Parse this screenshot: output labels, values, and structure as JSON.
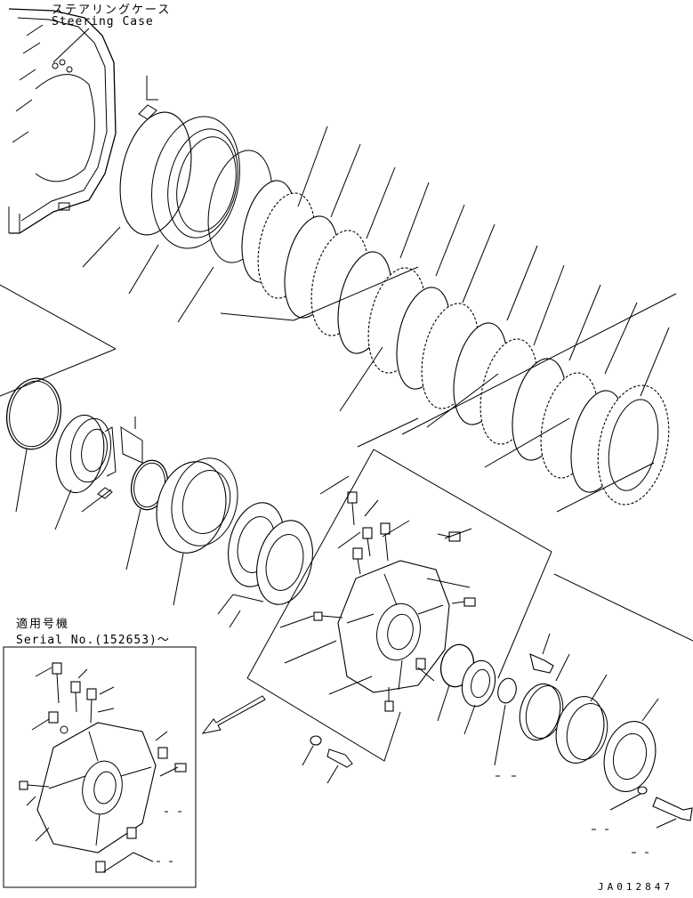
{
  "header": {
    "case_label_jp": "ステアリングケース",
    "case_label_en": "Steering Case"
  },
  "inset": {
    "label_jp": "適用号機",
    "label_serial": "Serial No.(152653)～"
  },
  "drawing_code": "JA012847"
}
